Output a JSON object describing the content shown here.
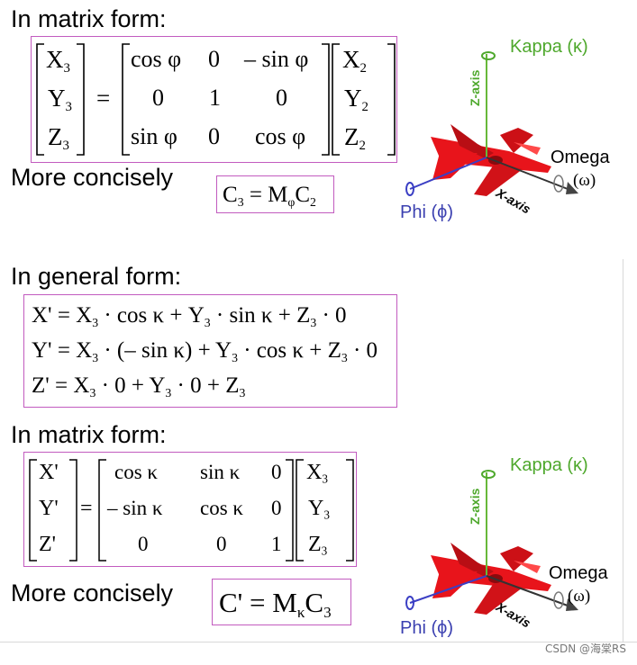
{
  "section1": {
    "heading": "In matrix form:",
    "concise_label": "More concisely",
    "lhs": [
      "X",
      "Y",
      "Z"
    ],
    "lhs_sub": "3",
    "rows": [
      [
        "cos φ",
        "0",
        "– sin φ"
      ],
      [
        "0",
        "1",
        "0"
      ],
      [
        "sin φ",
        "0",
        "cos φ"
      ]
    ],
    "rhs": [
      "X",
      "Y",
      "Z"
    ],
    "rhs_sub": "2",
    "concise": {
      "c": "C",
      "c_sub": "3",
      "eq": "=",
      "m": "M",
      "m_sub": "φ",
      "c2": "C",
      "c2_sub": "2"
    }
  },
  "section2": {
    "heading": "In general form:",
    "eqs": [
      {
        "lhs": "X'",
        "t1": "X",
        "s1": "3",
        "op1": "· cos κ + Y",
        "s2": "3",
        "op2": "· sin κ + Z",
        "s3": "3",
        "tail": "· 0"
      },
      {
        "lhs": "Y'",
        "t1": "X",
        "s1": "3",
        "op1": "· (– sin κ) + Y",
        "s2": "3",
        "op2": "· cos κ + Z",
        "s3": "3",
        "tail": "· 0"
      },
      {
        "lhs": "Z'",
        "t1": "X",
        "s1": "3",
        "op1": "· 0 + Y",
        "s2": "3",
        "op2": "· 0 + Z",
        "s3": "3",
        "tail": ""
      }
    ]
  },
  "section3": {
    "heading": "In matrix form:",
    "concise_label": "More concisely",
    "lhs": [
      "X'",
      "Y'",
      "Z'"
    ],
    "rows": [
      [
        "cos κ",
        "sin κ",
        "0"
      ],
      [
        "– sin κ",
        "cos κ",
        "0"
      ],
      [
        "0",
        "0",
        "1"
      ]
    ],
    "rhs": [
      "X",
      "Y",
      "Z"
    ],
    "rhs_sub": "3",
    "concise": {
      "c": "C'",
      "eq": "=",
      "m": "M",
      "m_sub": "κ",
      "c2": "C",
      "c2_sub": "3"
    }
  },
  "diagram": {
    "kappa": "Kappa (κ)",
    "omega": "Omega",
    "omega_sym": "(ω)",
    "phi": "Phi (ϕ)",
    "z_axis": "Z-axis",
    "x_axis": "X-axis"
  },
  "colors": {
    "box": "#c25bbf",
    "kappa": "#4ea82c",
    "phi": "#3a3fb0",
    "plane": "#e8141b",
    "axis_z": "#68b83a",
    "axis_phi": "#3b3fc4"
  },
  "watermark": "CSDN @海棠RS"
}
